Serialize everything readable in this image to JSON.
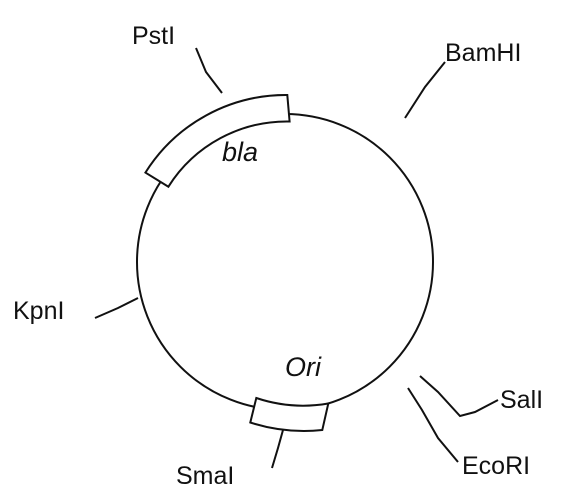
{
  "plasmid": {
    "genes": {
      "bla": "bla",
      "ori": "Ori"
    },
    "restriction_sites": {
      "pstI": "PstI",
      "bamHI": "BamHI",
      "kpnI": "KpnI",
      "salI": "SalI",
      "ecoRI": "EcoRI",
      "smaI": "SmaI"
    }
  }
}
